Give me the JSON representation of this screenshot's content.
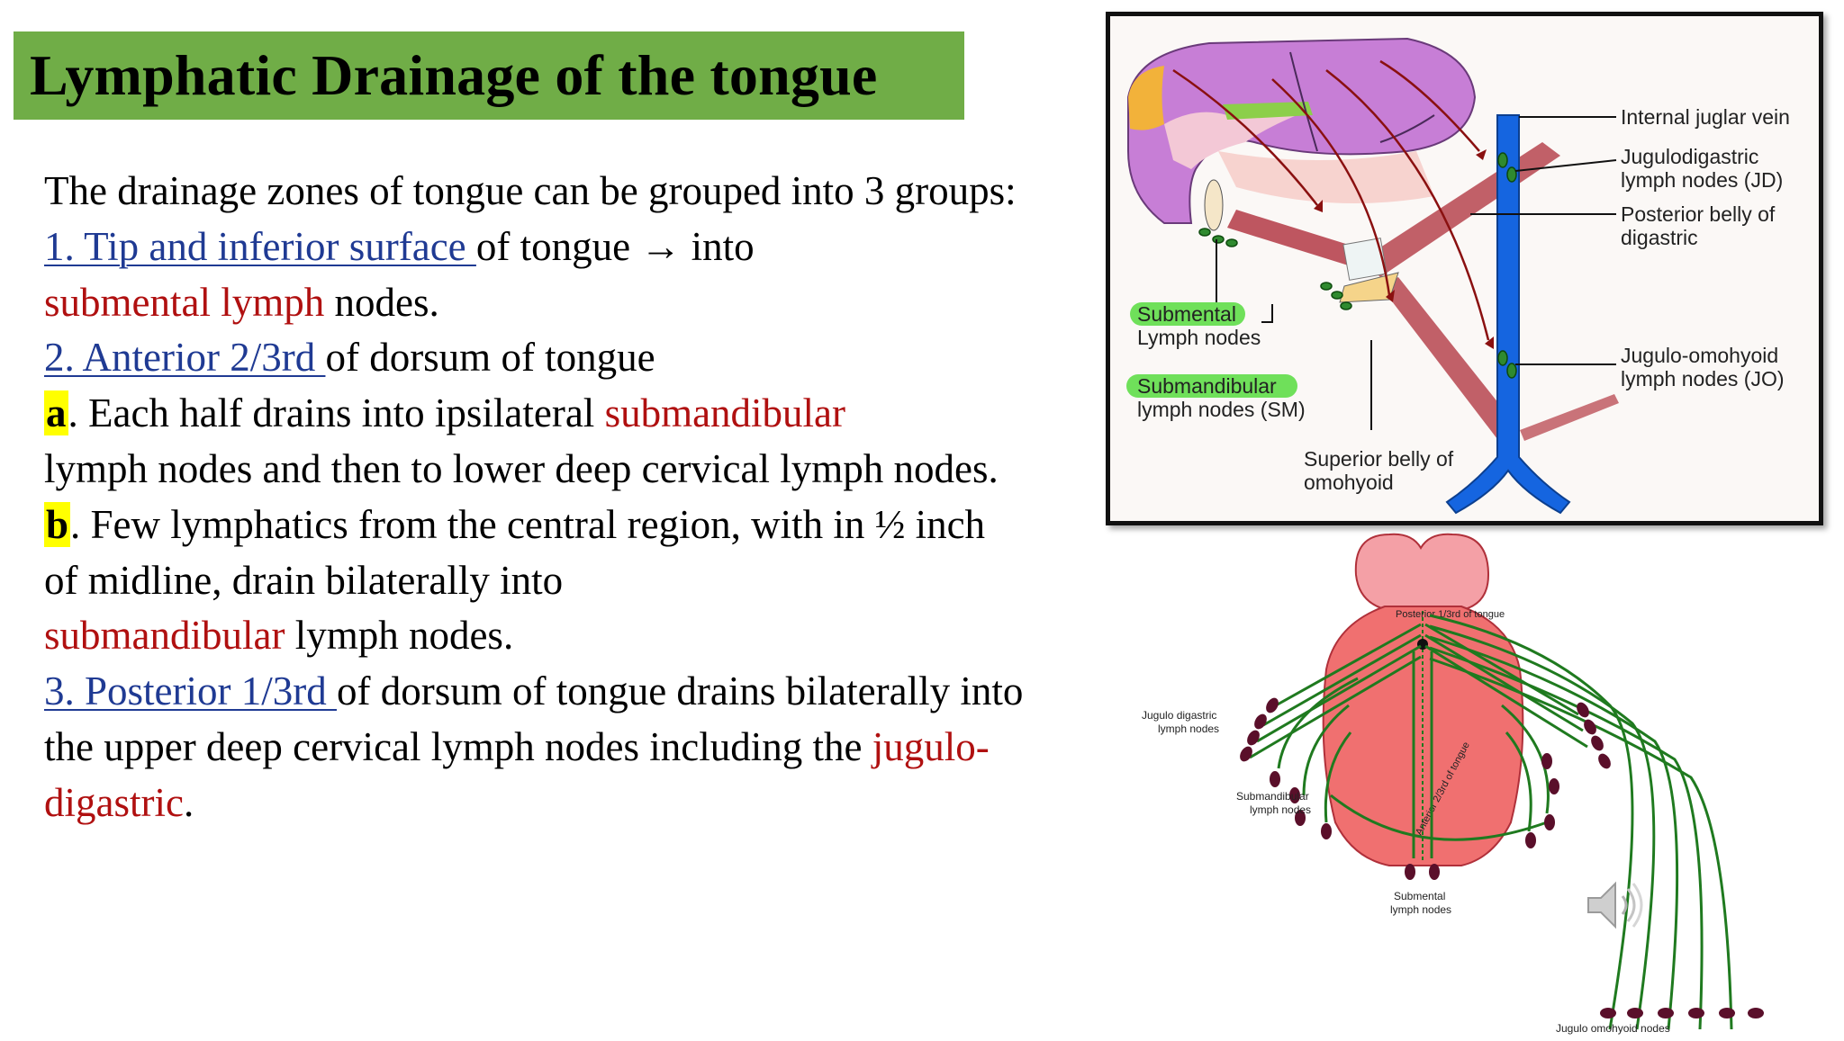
{
  "title": "Lymphatic Drainage of the tongue",
  "body": {
    "intro": "The drainage zones of tongue can be grouped into 3 groups:",
    "item1_link": "1. Tip and inferior surface ",
    "item1_mid": "of tongue → into",
    "item1_red": "submental lymph",
    "item1_end": " nodes.",
    "item2_link": "2. Anterior 2/3rd ",
    "item2_end": "of dorsum of tongue",
    "a_marker": "a",
    "a_text_pre": ". Each half drains into ipsilateral ",
    "a_red": "submandibular",
    "a_text_post": "lymph nodes and then to lower deep cervical lymph nodes.",
    "b_marker": "b",
    "b_text_pre": ". Few lymphatics from the central region, with in ½ inch of midline, drain bilaterally into",
    "b_red": "submandibular",
    "b_text_post": " lymph nodes.",
    "item3_link": "3. Posterior 1/3rd ",
    "item3_text": "of dorsum of tongue drains bilaterally into the upper deep cervical lymph nodes including the ",
    "item3_red": "jugulo-digastric",
    "item3_end": "."
  },
  "figure1": {
    "labels": {
      "ijv": "Internal juglar vein",
      "jd1": "Jugulodigastric",
      "jd2": "lymph nodes (JD)",
      "pbd1": "Posterior belly of",
      "pbd2": "digastric",
      "jo1": "Jugulo-omohyoid",
      "jo2": "lymph nodes (JO)",
      "sub1": "Submental",
      "sub2": "Lymph nodes",
      "sm1": "Submandibular",
      "sm2": "lymph nodes (SM)",
      "sbo1": "Superior belly of",
      "sbo2": "omohyoid"
    },
    "colors": {
      "highlight": "#6fe05a",
      "vein": "#1565e0",
      "tongue": "#c77ed6"
    }
  },
  "figure2": {
    "labels": {
      "posterior": "Posterior 1/3rd of tongue",
      "anterior": "Anterior 2/3rd of tongue",
      "jd1": "Jugulo digastric",
      "jd2": "lymph nodes",
      "sm1": "Submandibular",
      "sm2": "lymph nodes",
      "sub1": "Submental",
      "sub2": "lymph nodes",
      "jo": "Jugulo omohyoid nodes"
    },
    "colors": {
      "tongue": "#f07070",
      "lines": "#1f7a1f",
      "nodes": "#5a0f2a"
    }
  },
  "icons": {
    "audio": "speaker-icon"
  }
}
